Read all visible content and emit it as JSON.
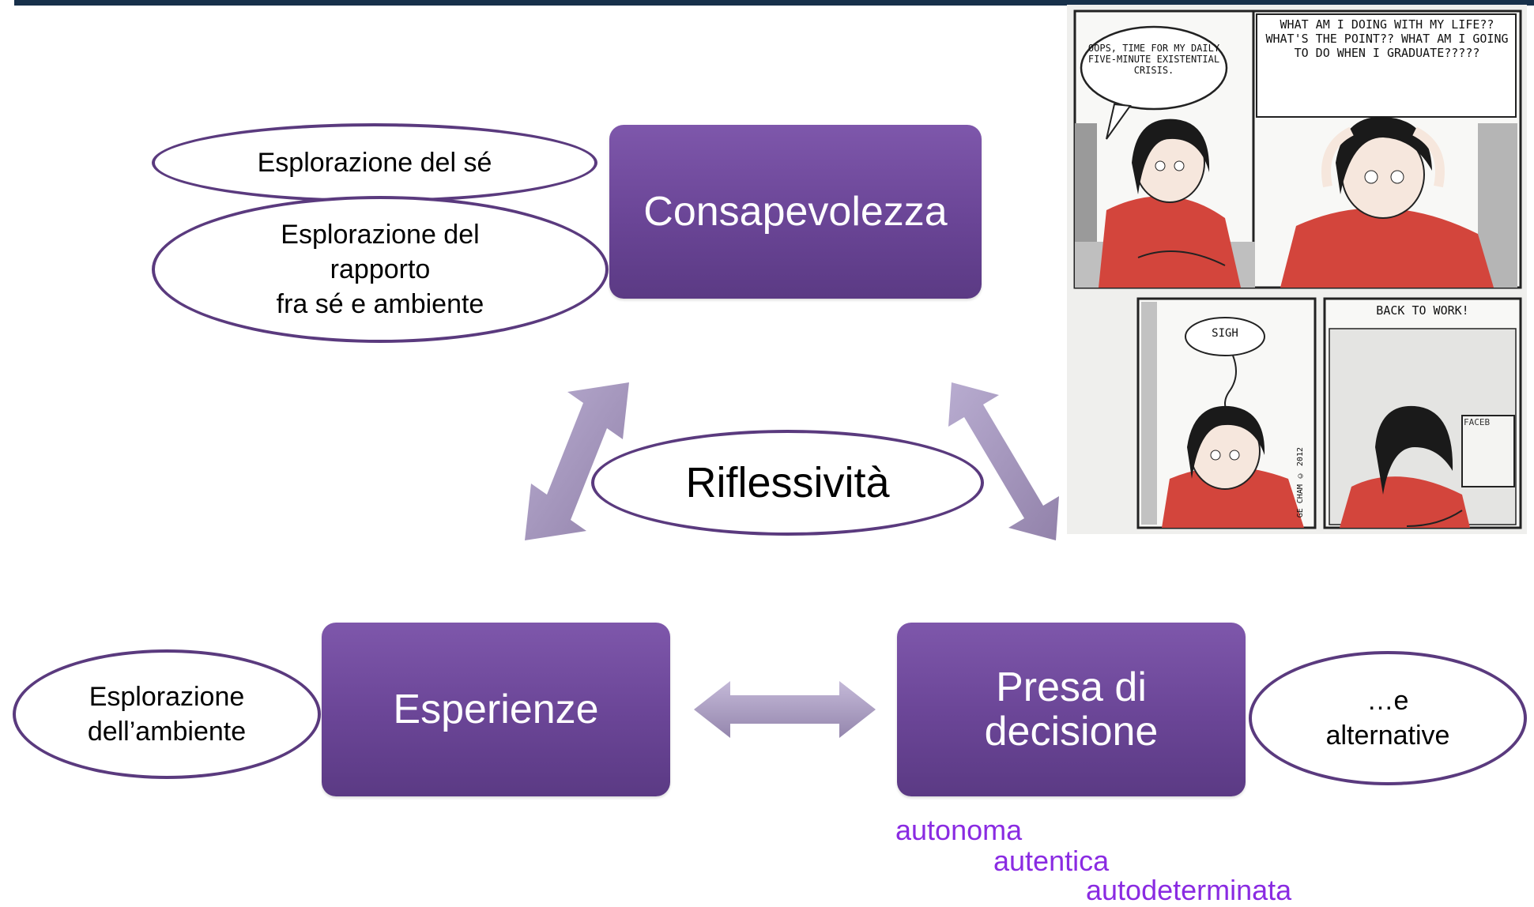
{
  "boxes": {
    "consapevolezza": "Consapevolezza",
    "esperienze": "Esperienze",
    "presa_line1": "Presa di",
    "presa_line2": "decisione"
  },
  "ellipses": {
    "esplorazione_se": "Esplorazione del sé",
    "esplorazione_rapporto": "Esplorazione del\nrapporto\nfra sé e ambiente",
    "riflessivita": "Riflessività",
    "esplorazione_ambiente": "Esplorazione\ndell’ambiente",
    "alternative": "…e\nalternative"
  },
  "decision_qualities": [
    "autonoma",
    "autentica",
    "autodeterminata"
  ],
  "comic": {
    "panel1_bubble": "OOPS, TIME FOR MY DAILY FIVE-MINUTE EXISTENTIAL CRISIS.",
    "panel2_caption": "WHAT AM I DOING WITH MY LIFE?? WHAT'S THE POINT?? WHAT AM I GOING TO DO WHEN I GRADUATE?????",
    "panel3_bubble": "SIGH",
    "panel4_caption": "BACK TO WORK!",
    "screen_text": "FACEB",
    "credit": "GE CHAM © 2012"
  },
  "colors": {
    "box": "#6a4596",
    "ellipse_border": "#5a3a7e",
    "arrow": "#a999c0",
    "decision_text": "#8a2be2",
    "top_bar": "#17304a"
  }
}
